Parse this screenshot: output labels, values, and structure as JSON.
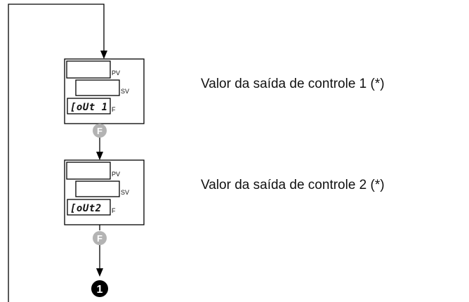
{
  "steps": [
    {
      "pv_label": "PV",
      "sv_label": "SV",
      "f_label": "F",
      "segment_text": "[oUt 1",
      "key_label": "F",
      "description": "Valor da saída de controle 1 (*)"
    },
    {
      "pv_label": "PV",
      "sv_label": "SV",
      "f_label": "F",
      "segment_text": "[oUt2",
      "key_label": "F",
      "description": "Valor da saída de controle 2 (*)"
    }
  ],
  "end_marker": "1"
}
